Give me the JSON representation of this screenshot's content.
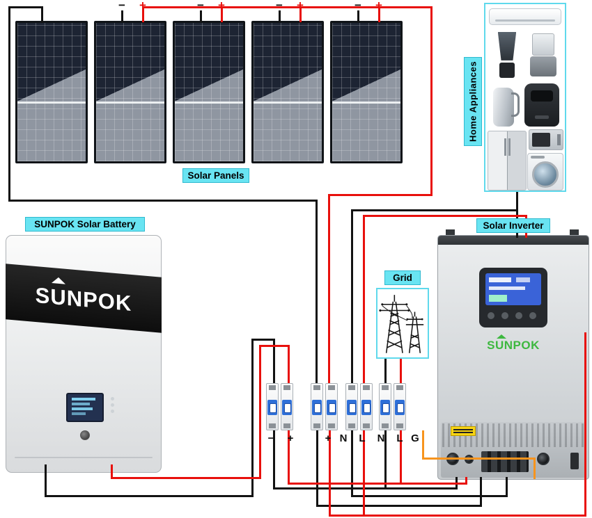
{
  "labels": {
    "solar_panels": "Solar Panels",
    "home_appliances": "Home Appliances",
    "battery": "SUNPOK Solar Battery",
    "inverter": "Solar Inverter",
    "grid": "Grid"
  },
  "panel_terminals": {
    "minus": "−",
    "plus": "+"
  },
  "breaker_terminals": [
    "−",
    "+",
    "+",
    "N",
    "L",
    "N",
    "L",
    "G"
  ],
  "battery": {
    "brand": "SUNPOK"
  },
  "inverter": {
    "brand": "SUNPOK"
  },
  "icons": {
    "appliances": [
      "air-conditioner",
      "blender",
      "food-processor",
      "kettle",
      "air-fryer",
      "refrigerator",
      "microwave-oven",
      "washing-machine"
    ],
    "grid": "transmission-towers"
  },
  "colors": {
    "label_bg": "#69e4f2",
    "wire_black": "#121212",
    "wire_red": "#e8100c",
    "wire_orange": "#f7941d",
    "breaker_blue": "#2e6fd8",
    "inverter_logo_green": "#3db83f"
  }
}
